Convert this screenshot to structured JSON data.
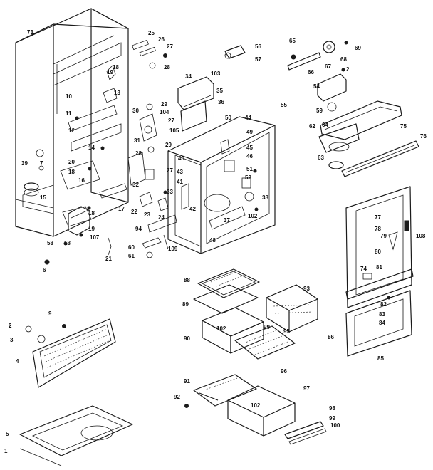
{
  "diagram": {
    "colors": {
      "ink": "#1a1a1a",
      "background": "#ffffff"
    },
    "callouts": [
      {
        "id": "73",
        "label": "73"
      },
      {
        "id": "25",
        "label": "25"
      },
      {
        "id": "26",
        "label": "26"
      },
      {
        "id": "27a",
        "label": "27"
      },
      {
        "id": "28",
        "label": "28"
      },
      {
        "id": "18a",
        "label": "18"
      },
      {
        "id": "19",
        "label": "19"
      },
      {
        "id": "10",
        "label": "10"
      },
      {
        "id": "13",
        "label": "13"
      },
      {
        "id": "11",
        "label": "11"
      },
      {
        "id": "12",
        "label": "12"
      },
      {
        "id": "14",
        "label": "14"
      },
      {
        "id": "7",
        "label": "7"
      },
      {
        "id": "39",
        "label": "39"
      },
      {
        "id": "15",
        "label": "15"
      },
      {
        "id": "20",
        "label": "20"
      },
      {
        "id": "18b",
        "label": "18"
      },
      {
        "id": "16",
        "label": "16"
      },
      {
        "id": "17",
        "label": "17"
      },
      {
        "id": "18c",
        "label": "18"
      },
      {
        "id": "19b",
        "label": "19"
      },
      {
        "id": "18d",
        "label": "18"
      },
      {
        "id": "107",
        "label": "107"
      },
      {
        "id": "58",
        "label": "58"
      },
      {
        "id": "21",
        "label": "21"
      },
      {
        "id": "6",
        "label": "6"
      },
      {
        "id": "34",
        "label": "34"
      },
      {
        "id": "103",
        "label": "103"
      },
      {
        "id": "35",
        "label": "35"
      },
      {
        "id": "29a",
        "label": "29"
      },
      {
        "id": "104",
        "label": "104"
      },
      {
        "id": "30",
        "label": "30"
      },
      {
        "id": "27b",
        "label": "27"
      },
      {
        "id": "31",
        "label": "31"
      },
      {
        "id": "105",
        "label": "105"
      },
      {
        "id": "36",
        "label": "36"
      },
      {
        "id": "28b",
        "label": "28"
      },
      {
        "id": "29b",
        "label": "29"
      },
      {
        "id": "27c",
        "label": "27"
      },
      {
        "id": "32",
        "label": "32"
      },
      {
        "id": "33",
        "label": "33"
      },
      {
        "id": "22",
        "label": "22"
      },
      {
        "id": "23",
        "label": "23"
      },
      {
        "id": "24",
        "label": "24"
      },
      {
        "id": "94",
        "label": "94"
      },
      {
        "id": "60",
        "label": "60"
      },
      {
        "id": "61",
        "label": "61"
      },
      {
        "id": "109",
        "label": "109"
      },
      {
        "id": "56",
        "label": "56"
      },
      {
        "id": "57",
        "label": "57"
      },
      {
        "id": "55",
        "label": "55"
      },
      {
        "id": "50",
        "label": "50"
      },
      {
        "id": "44",
        "label": "44"
      },
      {
        "id": "49",
        "label": "49"
      },
      {
        "id": "45",
        "label": "45"
      },
      {
        "id": "46",
        "label": "46"
      },
      {
        "id": "40",
        "label": "40"
      },
      {
        "id": "43",
        "label": "43"
      },
      {
        "id": "41",
        "label": "41"
      },
      {
        "id": "42",
        "label": "42"
      },
      {
        "id": "51",
        "label": "51"
      },
      {
        "id": "52",
        "label": "52"
      },
      {
        "id": "38",
        "label": "38"
      },
      {
        "id": "37",
        "label": "37"
      },
      {
        "id": "102a",
        "label": "102"
      },
      {
        "id": "48",
        "label": "48"
      },
      {
        "id": "65a",
        "label": "65"
      },
      {
        "id": "66",
        "label": "66"
      },
      {
        "id": "67",
        "label": "67"
      },
      {
        "id": "69",
        "label": "69"
      },
      {
        "id": "68",
        "label": "68"
      },
      {
        "id": "2a",
        "label": "2"
      },
      {
        "id": "54",
        "label": "54"
      },
      {
        "id": "59",
        "label": "59"
      },
      {
        "id": "64",
        "label": "64"
      },
      {
        "id": "62",
        "label": "62"
      },
      {
        "id": "75",
        "label": "75"
      },
      {
        "id": "76",
        "label": "76"
      },
      {
        "id": "63",
        "label": "63"
      },
      {
        "id": "77",
        "label": "77"
      },
      {
        "id": "78",
        "label": "78"
      },
      {
        "id": "79",
        "label": "79"
      },
      {
        "id": "108",
        "label": "108"
      },
      {
        "id": "80",
        "label": "80"
      },
      {
        "id": "74",
        "label": "74"
      },
      {
        "id": "81",
        "label": "81"
      },
      {
        "id": "82",
        "label": "82"
      },
      {
        "id": "83",
        "label": "83"
      },
      {
        "id": "84",
        "label": "84"
      },
      {
        "id": "86",
        "label": "86"
      },
      {
        "id": "85",
        "label": "85"
      },
      {
        "id": "88",
        "label": "88"
      },
      {
        "id": "89",
        "label": "89"
      },
      {
        "id": "93",
        "label": "93"
      },
      {
        "id": "90",
        "label": "90"
      },
      {
        "id": "102b",
        "label": "102"
      },
      {
        "id": "99",
        "label": "99"
      },
      {
        "id": "95",
        "label": "95"
      },
      {
        "id": "96",
        "label": "96"
      },
      {
        "id": "9",
        "label": "9"
      },
      {
        "id": "2b",
        "label": "2"
      },
      {
        "id": "3",
        "label": "3"
      },
      {
        "id": "4",
        "label": "4"
      },
      {
        "id": "91",
        "label": "91"
      },
      {
        "id": "92",
        "label": "92"
      },
      {
        "id": "97",
        "label": "97"
      },
      {
        "id": "102c",
        "label": "102"
      },
      {
        "id": "98",
        "label": "98"
      },
      {
        "id": "99b",
        "label": "99"
      },
      {
        "id": "100",
        "label": "100"
      },
      {
        "id": "5",
        "label": "5"
      },
      {
        "id": "1",
        "label": "1"
      }
    ]
  }
}
